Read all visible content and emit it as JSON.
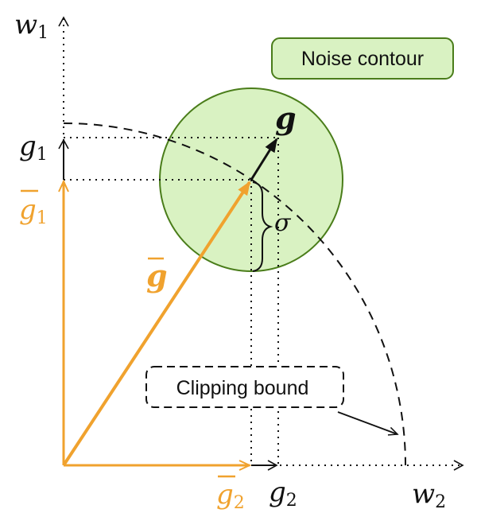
{
  "axes": {
    "w1": {
      "base": "w",
      "sub": "1"
    },
    "w2": {
      "base": "w",
      "sub": "2"
    }
  },
  "labels": {
    "g_vector": "g",
    "gbar_vector": "g",
    "g1": {
      "base": "g",
      "sub": "1"
    },
    "g2": {
      "base": "g",
      "sub": "2"
    },
    "gbar1": {
      "base": "g",
      "sub": "1"
    },
    "gbar2": {
      "base": "g",
      "sub": "2"
    },
    "sigma": "σ",
    "noise_contour": "Noise contour",
    "clipping_bound": "Clipping bound"
  },
  "colors": {
    "orange": "#f0a22e",
    "circle_fill": "#d9f2c2",
    "circle_stroke": "#4a7d1a",
    "box_fill": "#d9f2c2",
    "box_stroke": "#4a7d1a",
    "black": "#111111"
  }
}
